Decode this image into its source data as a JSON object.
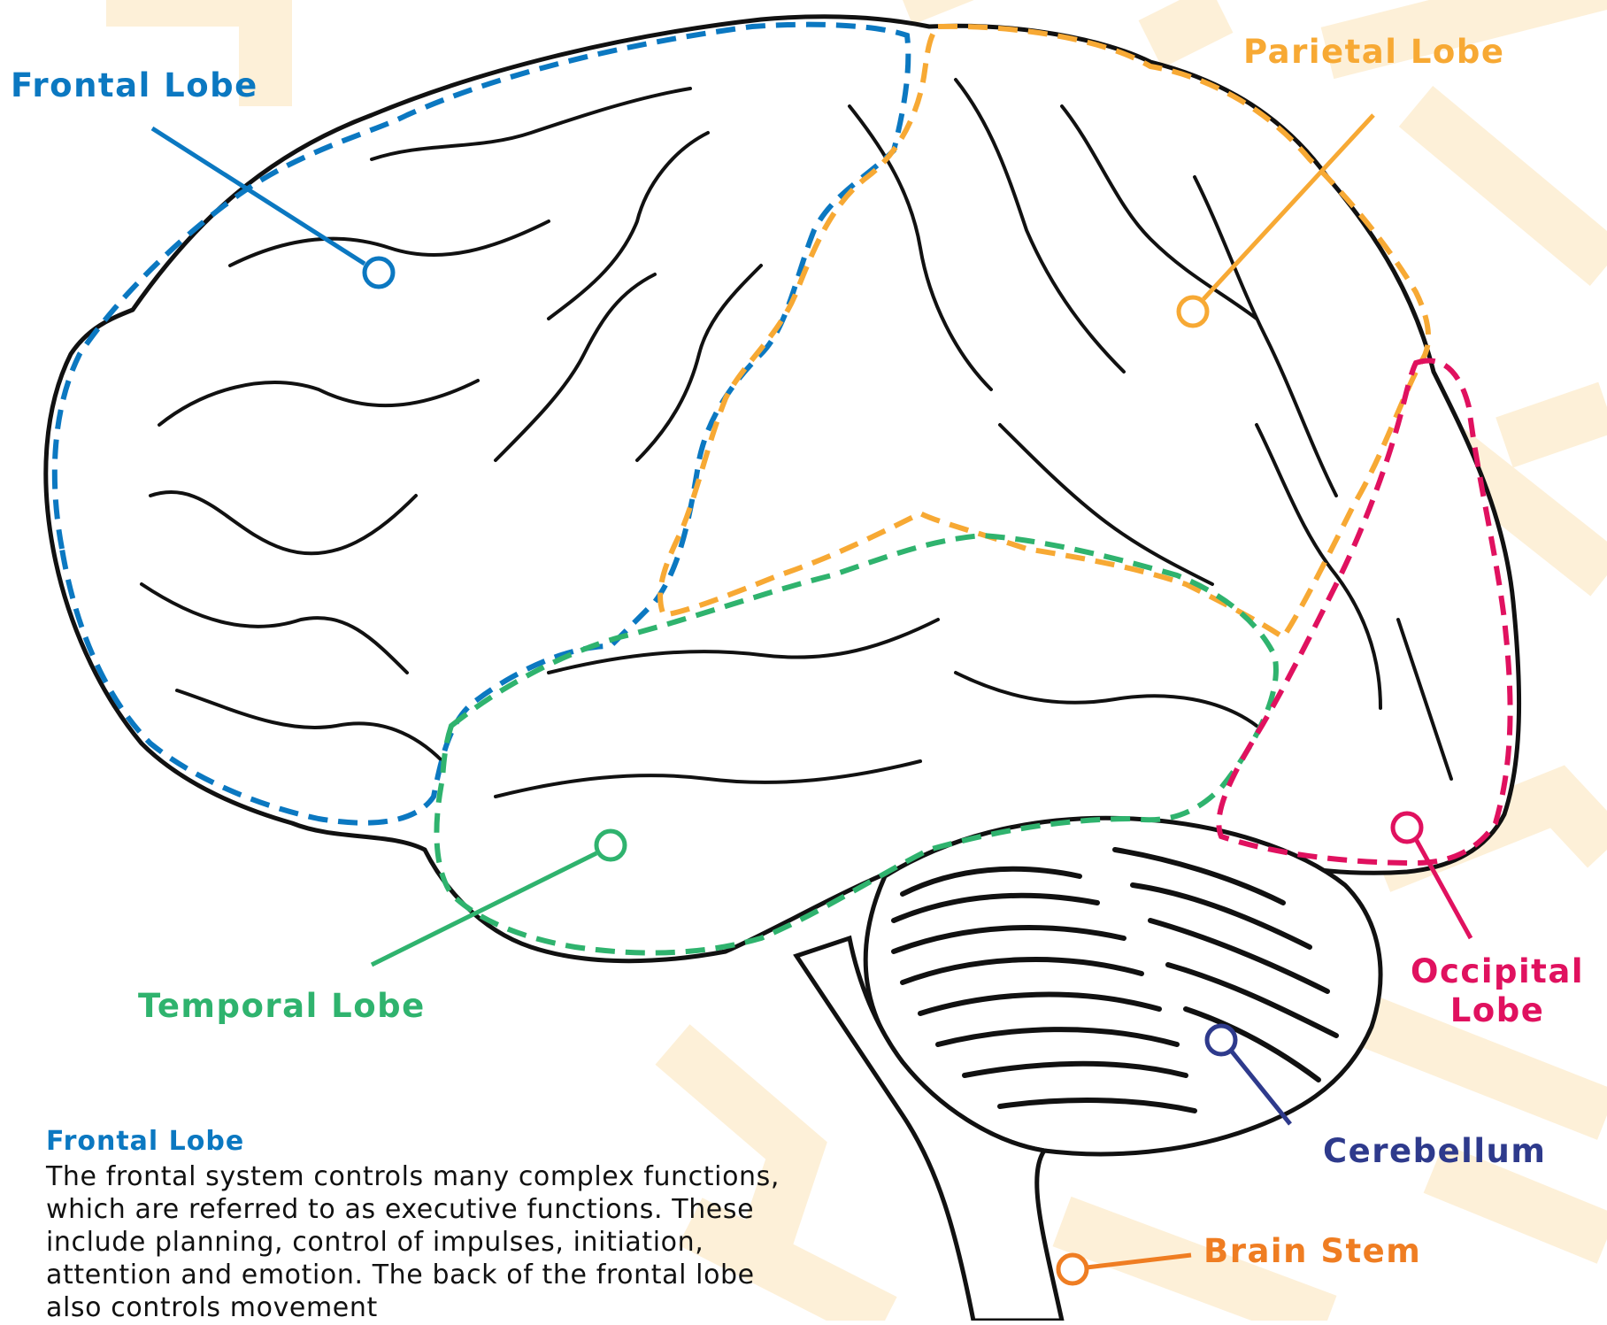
{
  "labels": {
    "frontal": "Frontal Lobe",
    "parietal": "Parietal Lobe",
    "temporal": "Temporal Lobe",
    "occipital_line1": "Occipital",
    "occipital_line2": "Lobe",
    "cerebellum": "Cerebellum",
    "brain_stem": "Brain Stem"
  },
  "description": {
    "title": "Frontal Lobe",
    "body": "The frontal system controls many complex functions, which are referred to as executive functions. These include planning, control of impulses, initiation, attention and emotion. The back of the frontal lobe also controls movement"
  },
  "colors": {
    "frontal": "#0b78c1",
    "parietal": "#f7a934",
    "temporal": "#2fb36e",
    "occipital": "#e0115f",
    "cerebellum": "#2e3a8c",
    "brain_stem": "#ef7d22",
    "background_pattern": "#fdf0d8",
    "outline": "#111111"
  }
}
